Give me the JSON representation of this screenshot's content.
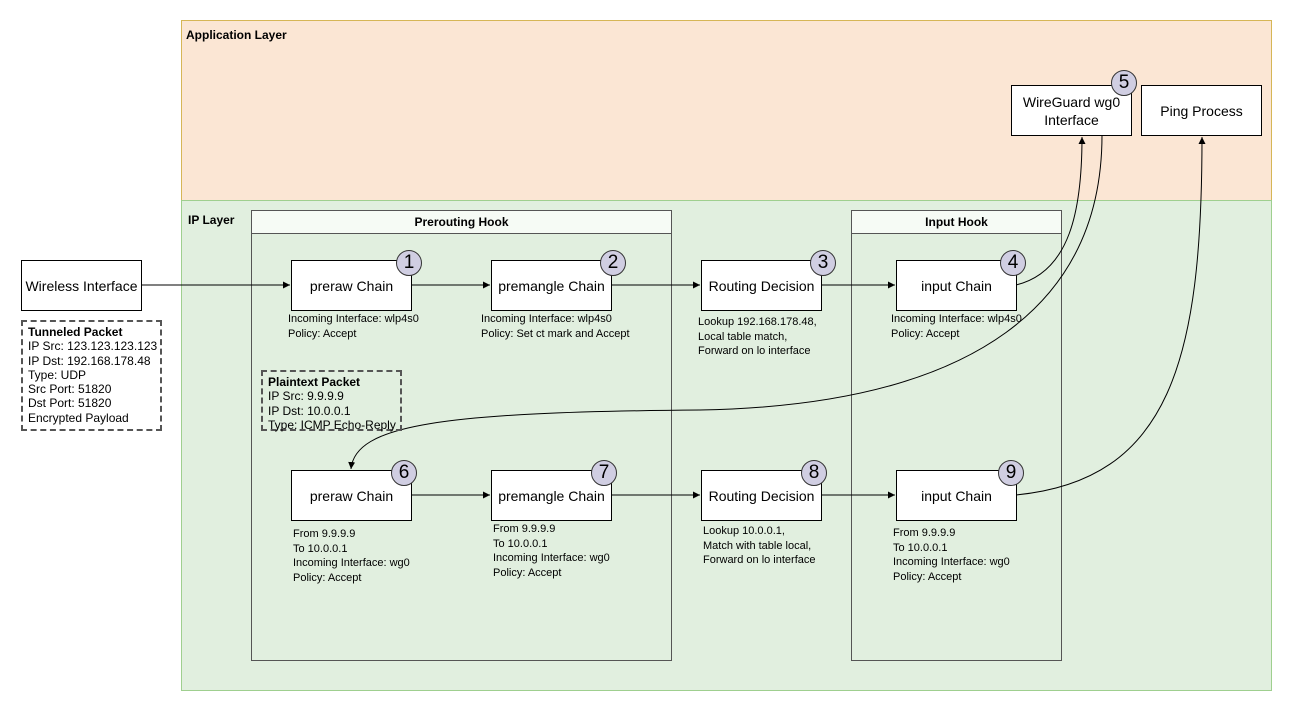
{
  "layers": {
    "application": "Application Layer",
    "ip": "IP Layer"
  },
  "hooks": {
    "prerouting": "Prerouting Hook",
    "input": "Input Hook"
  },
  "nodes": {
    "wireless": "Wireless Interface",
    "wireguard": "WireGuard wg0 Interface",
    "ping": "Ping Process",
    "preraw1": "preraw Chain",
    "premangle1": "premangle Chain",
    "routing1": "Routing Decision",
    "input1": "input Chain",
    "preraw2": "preraw Chain",
    "premangle2": "premangle Chain",
    "routing2": "Routing Decision",
    "input2": "input Chain"
  },
  "badges": [
    "1",
    "2",
    "3",
    "4",
    "5",
    "6",
    "7",
    "8",
    "9"
  ],
  "notes": {
    "preraw1": [
      "Incoming Interface: wlp4s0",
      "Policy: Accept"
    ],
    "premangle1": [
      "Incoming Interface: wlp4s0",
      "Policy: Set ct mark and Accept"
    ],
    "routing1": [
      "Lookup 192.168.178.48,",
      "Local table match,",
      "Forward on lo interface"
    ],
    "input1": [
      "Incoming Interface: wlp4s0",
      "Policy: Accept"
    ],
    "preraw2": [
      "From 9.9.9.9",
      "To 10.0.0.1",
      "Incoming Interface: wg0",
      "Policy: Accept"
    ],
    "premangle2": [
      "From 9.9.9.9",
      "To 10.0.0.1",
      "Incoming Interface: wg0",
      "Policy: Accept"
    ],
    "routing2": [
      "Lookup 10.0.0.1,",
      "Match with table local,",
      "Forward on lo interface"
    ],
    "input2": [
      "From 9.9.9.9",
      "To 10.0.0.1",
      "Incoming Interface: wg0",
      "Policy: Accept"
    ]
  },
  "packets": {
    "tunneled": {
      "title": "Tunneled Packet",
      "lines": [
        "IP Src: 123.123.123.123",
        "IP Dst: 192.168.178.48",
        "Type: UDP",
        "Src Port: 51820",
        "Dst Port: 51820",
        "Encrypted Payload"
      ]
    },
    "plaintext": {
      "title": "Plaintext Packet",
      "lines": [
        "IP Src: 9.9.9.9",
        "IP Dst: 10.0.0.1",
        "Type: ICMP Echo-Reply"
      ]
    }
  }
}
